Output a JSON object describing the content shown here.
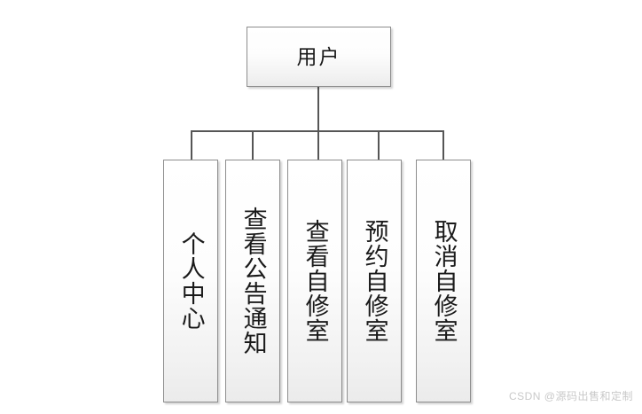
{
  "diagram": {
    "type": "organization-tree",
    "root": {
      "label": "用户"
    },
    "children": [
      {
        "label": "个人中心"
      },
      {
        "label": "查看公告通知"
      },
      {
        "label": "查看自修室"
      },
      {
        "label": "预约自修室"
      },
      {
        "label": "取消自修室"
      }
    ]
  },
  "watermark": {
    "text": "CSDN @源码出售和定制"
  },
  "colors": {
    "background": "#ffffff",
    "node_border": "#8d8d8d",
    "node_fill_top": "#ffffff",
    "node_fill_bottom": "#ebebeb",
    "connector": "#565656",
    "text": "#1a1a1a",
    "watermark": "#c9c9c9"
  }
}
